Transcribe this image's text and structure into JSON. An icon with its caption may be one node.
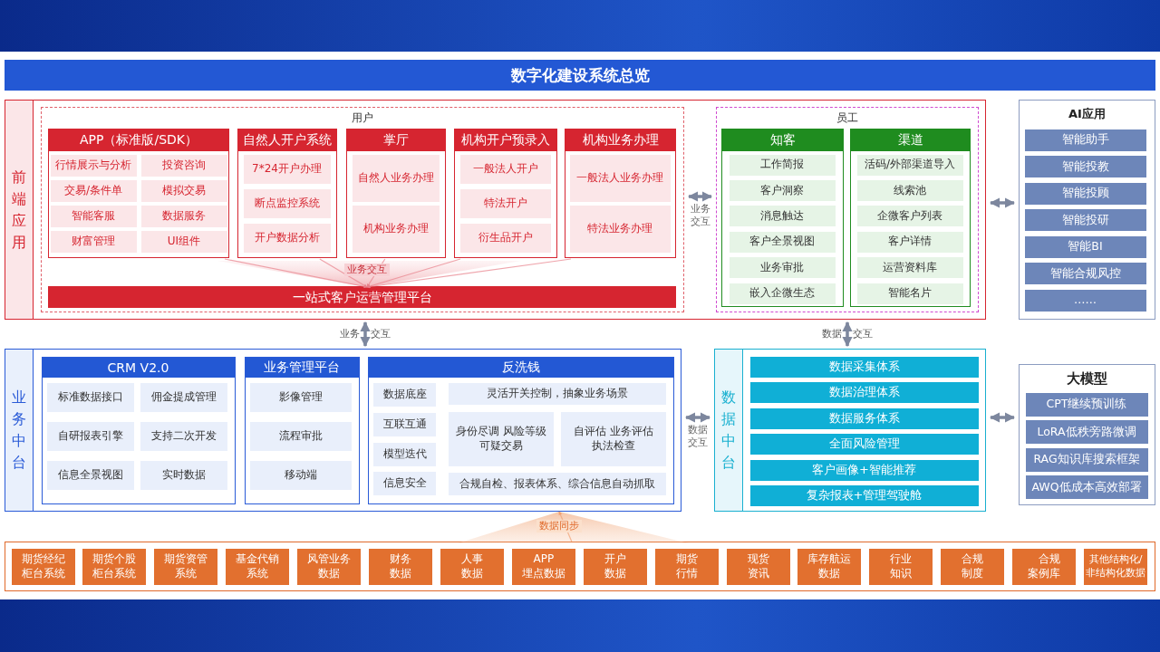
{
  "diagram": {
    "title": "数字化建设系统总览",
    "nodes": [
      {
        "text": [
          "前端应用"
        ]
      },
      {
        "text": [
          "用户"
        ],
        "in": 0
      },
      {
        "text": [
          "APP（标准版/SDK）"
        ],
        "in": 1
      },
      {
        "text": [
          "行情展示与分析"
        ],
        "in": 2
      },
      {
        "text": [
          "投资咨询"
        ],
        "in": 2
      },
      {
        "text": [
          "交易/条件单"
        ],
        "in": 2
      },
      {
        "text": [
          "模拟交易"
        ],
        "in": 2
      },
      {
        "text": [
          "智能客服"
        ],
        "in": 2
      },
      {
        "text": [
          "数据服务"
        ],
        "in": 2
      },
      {
        "text": [
          "财富管理"
        ],
        "in": 2
      },
      {
        "text": [
          "UI组件"
        ],
        "in": 2
      },
      {
        "text": [
          "自然人开户系统"
        ],
        "in": 1
      },
      {
        "text": [
          "7*24开户办理"
        ],
        "in": 11
      },
      {
        "text": [
          "断点监控系统"
        ],
        "in": 11
      },
      {
        "text": [
          "开户数据分析"
        ],
        "in": 11
      },
      {
        "text": [
          "掌厅"
        ],
        "in": 1
      },
      {
        "text": [
          "自然人业务办理"
        ],
        "in": 15
      },
      {
        "text": [
          "机构业务办理"
        ],
        "in": 15
      },
      {
        "text": [
          "机构开户预录入"
        ],
        "in": 1
      },
      {
        "text": [
          "一般法人开户"
        ],
        "in": 18
      },
      {
        "text": [
          "特法开户"
        ],
        "in": 18
      },
      {
        "text": [
          "衍生品开户"
        ],
        "in": 18
      },
      {
        "text": [
          "机构业务办理"
        ],
        "in": 1
      },
      {
        "text": [
          "一般法人业务办理"
        ],
        "in": 22
      },
      {
        "text": [
          "特法业务办理"
        ],
        "in": 22
      },
      {
        "text": [
          "一站式客户运营管理平台"
        ],
        "in": 1
      },
      {
        "text": [
          "员工"
        ],
        "in": 0
      },
      {
        "text": [
          "知客"
        ],
        "in": 26
      },
      {
        "text": [
          "工作简报"
        ],
        "in": 27
      },
      {
        "text": [
          "客户洞察"
        ],
        "in": 27
      },
      {
        "text": [
          "消息触达"
        ],
        "in": 27
      },
      {
        "text": [
          "客户全景视图"
        ],
        "in": 27
      },
      {
        "text": [
          "业务审批"
        ],
        "in": 27
      },
      {
        "text": [
          "嵌入企微生态"
        ],
        "in": 27
      },
      {
        "text": [
          "渠道"
        ],
        "in": 26
      },
      {
        "text": [
          "活码/外部渠道导入"
        ],
        "in": 34
      },
      {
        "text": [
          "线索池"
        ],
        "in": 34
      },
      {
        "text": [
          "企微客户列表"
        ],
        "in": 34
      },
      {
        "text": [
          "客户详情"
        ],
        "in": 34
      },
      {
        "text": [
          "运营资料库"
        ],
        "in": 34
      },
      {
        "text": [
          "智能名片"
        ],
        "in": 34
      },
      {
        "text": [
          "AI应用"
        ]
      },
      {
        "text": [
          "智能助手"
        ],
        "in": 41
      },
      {
        "text": [
          "智能投教"
        ],
        "in": 41
      },
      {
        "text": [
          "智能投顾"
        ],
        "in": 41
      },
      {
        "text": [
          "智能投研"
        ],
        "in": 41
      },
      {
        "text": [
          "智能BI"
        ],
        "in": 41
      },
      {
        "text": [
          "智能合规风控"
        ],
        "in": 41
      },
      {
        "text": [
          "……"
        ],
        "in": 41
      },
      {
        "text": [
          "业务中台"
        ]
      },
      {
        "text": [
          "CRM V2.0"
        ],
        "in": 49
      },
      {
        "text": [
          "标准数据接口"
        ],
        "in": 50
      },
      {
        "text": [
          "佣金提成管理"
        ],
        "in": 50
      },
      {
        "text": [
          "自研报表引擎"
        ],
        "in": 50
      },
      {
        "text": [
          "支持二次开发"
        ],
        "in": 50
      },
      {
        "text": [
          "信息全景视图"
        ],
        "in": 50
      },
      {
        "text": [
          "实时数据"
        ],
        "in": 50
      },
      {
        "text": [
          "业务管理平台"
        ],
        "in": 49
      },
      {
        "text": [
          "影像管理"
        ],
        "in": 57
      },
      {
        "text": [
          "流程审批"
        ],
        "in": 57
      },
      {
        "text": [
          "移动端"
        ],
        "in": 57
      },
      {
        "text": [
          "反洗钱"
        ],
        "in": 49
      },
      {
        "text": [
          "数据底座"
        ],
        "in": 61
      },
      {
        "text": [
          "灵活开关控制，抽象业务场景"
        ],
        "in": 61
      },
      {
        "text": [
          "互联互通"
        ],
        "in": 61
      },
      {
        "text": [
          "身份尽调 风险等级可疑交易"
        ],
        "in": 61
      },
      {
        "text": [
          "自评估 业务评估执法检查"
        ],
        "in": 61
      },
      {
        "text": [
          "模型迭代"
        ],
        "in": 61
      },
      {
        "text": [
          "信息安全"
        ],
        "in": 61
      },
      {
        "text": [
          "合规自检、报表体系、综合信息自动抓取"
        ],
        "in": 61
      },
      {
        "text": [
          "数据中台"
        ]
      },
      {
        "text": [
          "数据采集体系"
        ],
        "in": 70
      },
      {
        "text": [
          "数据治理体系"
        ],
        "in": 70
      },
      {
        "text": [
          "数据服务体系"
        ],
        "in": 70
      },
      {
        "text": [
          "全面风险管理"
        ],
        "in": 70
      },
      {
        "text": [
          "客户画像+智能推荐"
        ],
        "in": 70
      },
      {
        "text": [
          "复杂报表+管理驾驶舱"
        ],
        "in": 70
      },
      {
        "text": [
          "大模型"
        ]
      },
      {
        "text": [
          "CPT继续预训练"
        ],
        "in": 77
      },
      {
        "text": [
          "LoRA低秩旁路微调"
        ],
        "in": 77
      },
      {
        "text": [
          "RAG知识库搜索框架"
        ],
        "in": 77
      },
      {
        "text": [
          "AWQ低成本高效部署"
        ],
        "in": 77
      },
      {
        "text": [],
        "shape": "box"
      },
      {
        "text": [
          "期货经纪柜台系统"
        ],
        "in": 82
      },
      {
        "text": [
          "期货个股柜台系统"
        ],
        "in": 82
      },
      {
        "text": [
          "期货资管系统"
        ],
        "in": 82
      },
      {
        "text": [
          "基金代销系统"
        ],
        "in": 82
      },
      {
        "text": [
          "风管业务数据"
        ],
        "in": 82
      },
      {
        "text": [
          "财务数据"
        ],
        "in": 82
      },
      {
        "text": [
          "人事数据"
        ],
        "in": 82
      },
      {
        "text": [
          "APP 埋点数据"
        ],
        "in": 82
      },
      {
        "text": [
          "开户数据"
        ],
        "in": 82
      },
      {
        "text": [
          "期货行情"
        ],
        "in": 82
      },
      {
        "text": [
          "现货资讯"
        ],
        "in": 82
      },
      {
        "text": [
          "库存航运数据"
        ],
        "in": 82
      },
      {
        "text": [
          "行业知识"
        ],
        "in": 82
      },
      {
        "text": [
          "合规制度"
        ],
        "in": 82
      },
      {
        "text": [
          "合规案例库"
        ],
        "in": 82
      },
      {
        "text": [
          "其他结构化/非结构化数据"
        ],
        "in": 82
      }
    ],
    "edges": [
      {
        "from": 1,
        "to": 26,
        "arrow": "both",
        "label": "业务交互",
        "style": "thick"
      },
      {
        "from": 0,
        "to": 41,
        "arrow": "both",
        "style": "thick"
      },
      {
        "from": 0,
        "to": 49,
        "arrow": "both",
        "style": "thick"
      },
      {
        "from": 0,
        "to": 70,
        "arrow": "both",
        "style": "thick"
      },
      {
        "from": 49,
        "to": 70,
        "arrow": "both",
        "label": "数据交互",
        "style": "thick"
      },
      {
        "from": 70,
        "to": 77,
        "arrow": "both",
        "style": "thick"
      },
      {
        "from": 2,
        "to": 25,
        "arrow": "to",
        "label": "业务交互",
        "color": "#e8808a"
      },
      {
        "from": 11,
        "to": 25,
        "arrow": "to",
        "color": "#e8808a"
      },
      {
        "from": 15,
        "to": 25,
        "arrow": "to",
        "color": "#e8808a"
      },
      {
        "from": 18,
        "to": 25,
        "arrow": "to",
        "color": "#e8808a"
      },
      {
        "from": 22,
        "to": 25,
        "arrow": "to",
        "color": "#e8808a"
      },
      {
        "from": 82,
        "to": 49,
        "arrow": "to",
        "label": "数据同步",
        "color": "#f0a070"
      }
    ],
    "labels": [
      "业务",
      "交互",
      "数据",
      "交互"
    ]
  }
}
